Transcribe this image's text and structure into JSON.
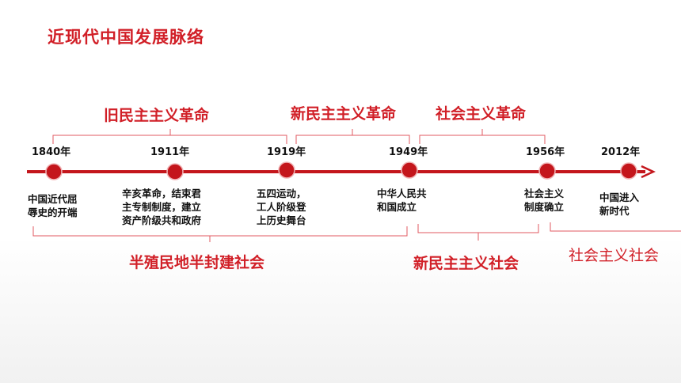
{
  "title": "近现代中国发展脉络",
  "revolutions": [
    {
      "label": "旧民主主义革命"
    },
    {
      "label": "新民主主义革命"
    },
    {
      "label": "社会主义革命"
    }
  ],
  "years": [
    "1840年",
    "1911年",
    "1919年",
    "1949年",
    "1956年",
    "2012年"
  ],
  "events": [
    {
      "line1": "中国近代屈",
      "line2": "辱史的开端"
    },
    {
      "line1": "辛亥革命，结束君",
      "line2": "主专制制度，建立",
      "line3": "资产阶级共和政府"
    },
    {
      "line1": "五四运动，",
      "line2": "工人阶级登",
      "line3": "上历史舞台"
    },
    {
      "line1": "中华人民共",
      "line2": "和国成立"
    },
    {
      "line1": "社会主义",
      "line2": "制度确立"
    },
    {
      "line1": "中国进入",
      "line2": "新时代"
    }
  ],
  "societies": [
    {
      "label": "半殖民地半封建社会"
    },
    {
      "label": "新民主主义社会"
    },
    {
      "label": "社会主义社会"
    }
  ],
  "colors": {
    "accent": "#d11f27",
    "line": "#c4161c",
    "bracket": "#e05a60",
    "text": "#111111"
  }
}
